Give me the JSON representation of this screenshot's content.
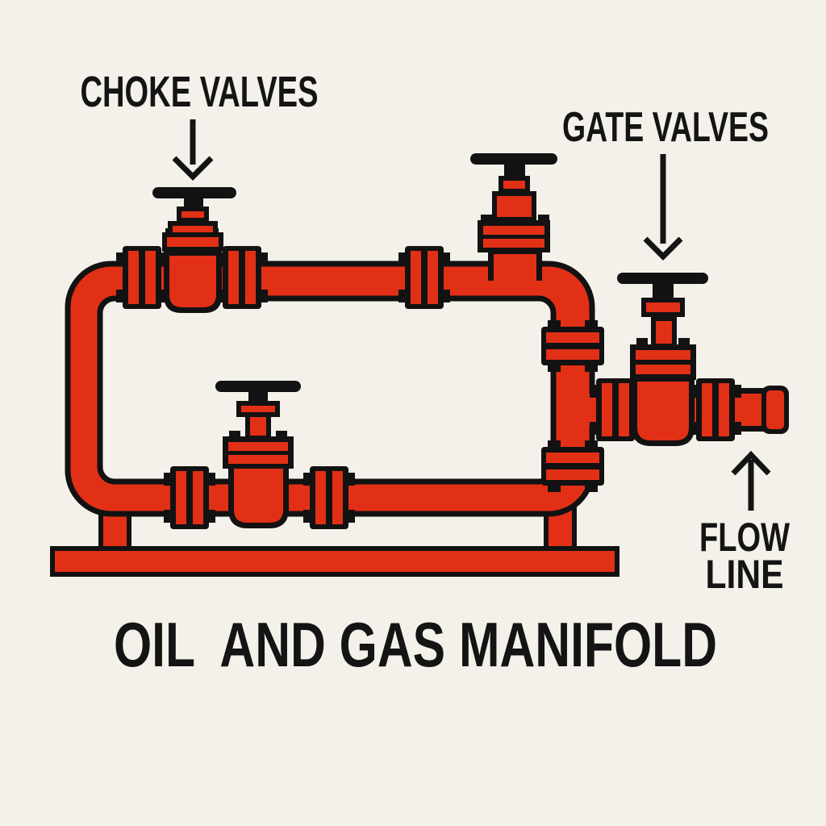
{
  "colors": {
    "background": "#f4f1ea",
    "pipe_red": "#e23017",
    "outline": "#121212",
    "text": "#141414"
  },
  "labels": {
    "choke_valves": "CHOKE VALVES",
    "gate_valves": "GATE VALVES",
    "flow_line_line1": "FLOW",
    "flow_line_line2": "LINE"
  },
  "title": "OIL  AND GAS MANIFOLD",
  "icons": {
    "choke_arrow": "down-arrow",
    "gate_arrow": "down-arrow",
    "flow_arrow": "up-arrow"
  },
  "components": {
    "manifold_ring": "rectangular pipe loop",
    "valves": [
      "choke valve",
      "top gate valve",
      "bottom gate valve",
      "outlet gate valve"
    ],
    "flow_line": "right outlet pipe with end cap",
    "base": "skid with two support legs"
  }
}
